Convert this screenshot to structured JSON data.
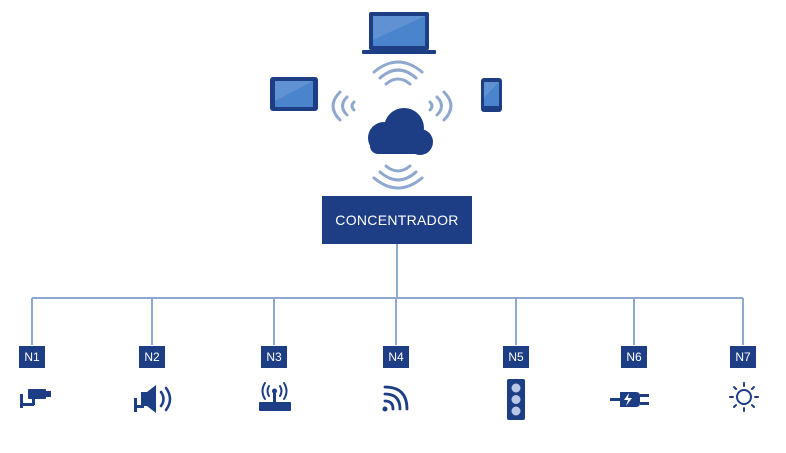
{
  "hub": {
    "label": "CONCENTRADOR"
  },
  "devices": [
    {
      "name": "laptop",
      "icon": "laptop-icon"
    },
    {
      "name": "tablet",
      "icon": "tablet-icon"
    },
    {
      "name": "smartphone",
      "icon": "smartphone-icon"
    },
    {
      "name": "cloud",
      "icon": "cloud-icon"
    }
  ],
  "nodes": [
    {
      "label": "N1",
      "icon": "security-camera-icon"
    },
    {
      "label": "N2",
      "icon": "speaker-icon"
    },
    {
      "label": "N3",
      "icon": "router-icon"
    },
    {
      "label": "N4",
      "icon": "wifi-icon"
    },
    {
      "label": "N5",
      "icon": "traffic-light-icon"
    },
    {
      "label": "N6",
      "icon": "plug-icon"
    },
    {
      "label": "N7",
      "icon": "sun-icon"
    }
  ],
  "colors": {
    "primary": "#1d3e85",
    "light": "#6f9ad6",
    "line": "#8fa8d0"
  }
}
